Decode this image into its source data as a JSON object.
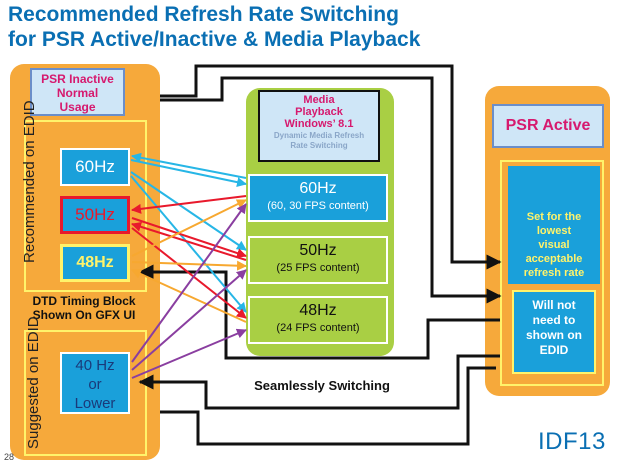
{
  "title": {
    "line1": "Recommended Refresh Rate Switching",
    "line2": "for PSR Active/Inactive  & Media Playback"
  },
  "left_panel": {
    "header_line1": "PSR Inactive",
    "header_line2": "Normal",
    "header_line3": "Usage",
    "recommended_label": "Recommended on EDID",
    "suggested_label": "Suggested on EDID",
    "dtd_line1": "DTD Timing  Block",
    "dtd_line2": "Shown On GFX UI",
    "rates": [
      "60Hz",
      "50Hz",
      "48Hz"
    ],
    "low_line1": "40 Hz",
    "low_line2": "or",
    "low_line3": "Lower"
  },
  "middle_panel": {
    "header_line1": "Media",
    "header_line2": "Playback",
    "header_line3": "Windows’ 8.1",
    "header_sub1": "Dynamic Media Refresh",
    "header_sub2": "Rate Switching",
    "rates": [
      {
        "rate": "60Hz",
        "note": "(60, 30  FPS content)"
      },
      {
        "rate": "50Hz",
        "note": "(25 FPS content)"
      },
      {
        "rate": "48Hz",
        "note": "(24 FPS content)"
      }
    ],
    "footer": "Seamlessly Switching"
  },
  "right_panel": {
    "header": "PSR Active",
    "box1_line1": "Set  for  the",
    "box1_line2": "lowest",
    "box1_line3": "visual",
    "box1_line4": "acceptable",
    "box1_line5": "refresh rate",
    "box2_line1": "Will not",
    "box2_line2": "need to",
    "box2_line3": "shown on",
    "box2_line4": "EDID"
  },
  "footer": {
    "page_number": "28",
    "logo": "IDF13"
  },
  "colors": {
    "title": "#0a6fb3",
    "orange": "#f6a93b",
    "green": "#a9cf44",
    "blue": "#1aa0da",
    "yellow": "#fff36b",
    "red_arrow": "#e8192c",
    "cyan_arrow": "#27b6e6",
    "orange_arrow": "#f7a830",
    "purple_arrow": "#8a3ea0"
  }
}
